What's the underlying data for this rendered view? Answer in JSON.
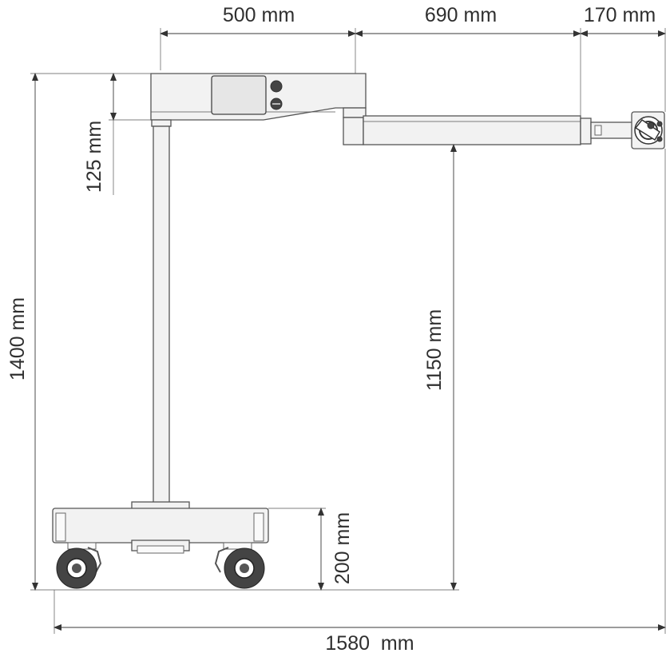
{
  "dimensions": {
    "base_to_pole_width": "500 mm",
    "arm_length": "690 mm",
    "head_length": "170 mm",
    "head_box_height": "125 mm",
    "total_height": "1400 mm",
    "arm_height": "1150 mm",
    "base_height": "200 mm",
    "total_width": "1580  mm"
  },
  "colors": {
    "line": "#3a3a3a",
    "part_fill": "#f2f2f2",
    "screen_fill": "#e6e6e6"
  }
}
